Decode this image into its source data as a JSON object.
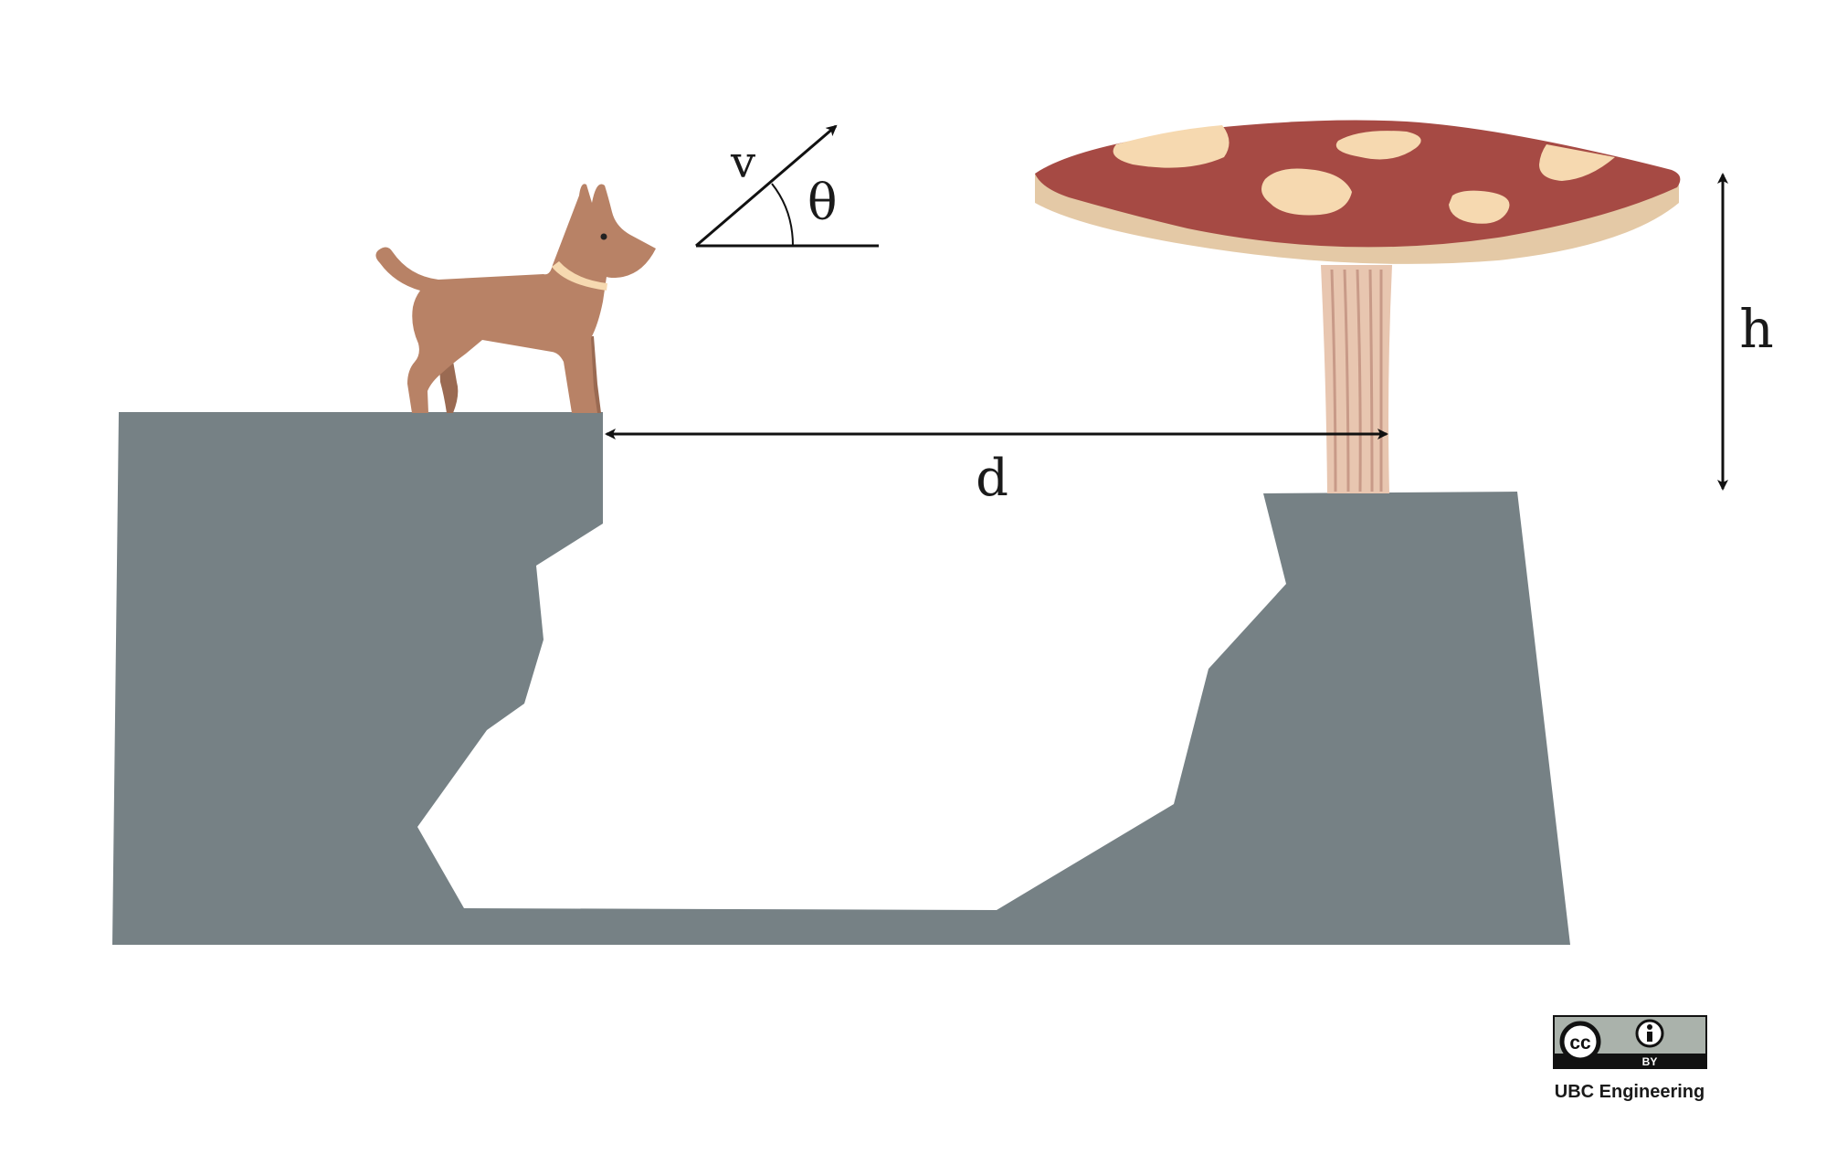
{
  "labels": {
    "velocity": "v",
    "angle": "θ",
    "distance": "d",
    "height": "h"
  },
  "license": {
    "cc_text": "cc",
    "by_text": "BY",
    "credit": "UBC Engineering"
  },
  "colors": {
    "rock": "#768185",
    "dog": "#b88266",
    "dog_shadow": "#9a6a52",
    "collar": "#f6d9b0",
    "cap": "#a64a44",
    "cap_spots": "#f6d9b0",
    "cap_rim": "#e4c9a6",
    "stem": "#e8c6b0",
    "stem_lines": "#c89a88",
    "arrow": "#111111",
    "badge_grey": "#aab2ab"
  }
}
